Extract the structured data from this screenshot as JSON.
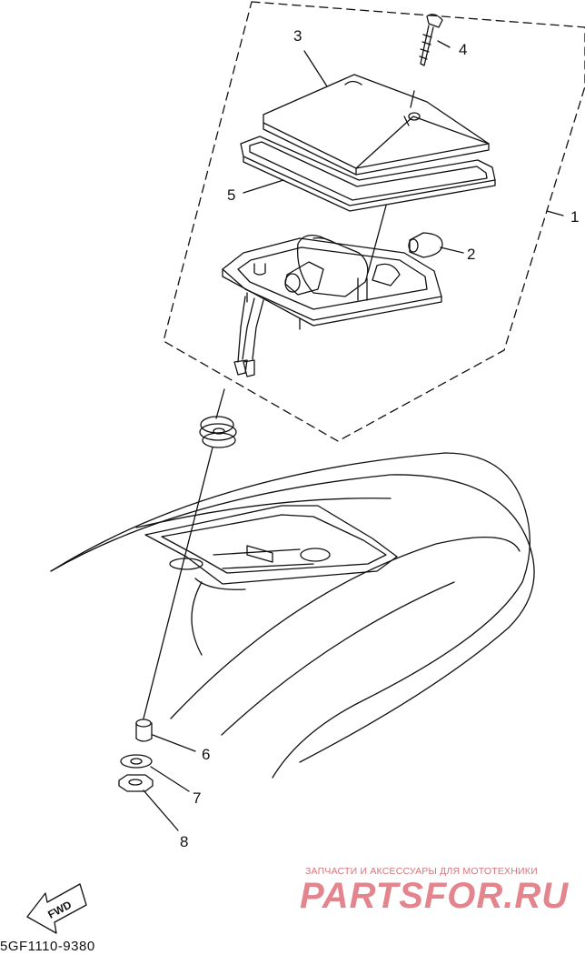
{
  "callouts": [
    {
      "id": "1",
      "text": "1"
    },
    {
      "id": "2",
      "text": "2"
    },
    {
      "id": "3",
      "text": "3"
    },
    {
      "id": "4",
      "text": "4"
    },
    {
      "id": "5",
      "text": "5"
    },
    {
      "id": "6",
      "text": "6"
    },
    {
      "id": "7",
      "text": "7"
    },
    {
      "id": "8",
      "text": "8"
    }
  ],
  "fwd_label": "FWD",
  "diagram_code": "5GF1110-9380",
  "watermark": {
    "subtitle": "ЗАПЧАСТИ И АКСЕССУАРЫ ДЛЯ МОТОТЕХНИКИ",
    "brand": "PARTSFOR.RU"
  },
  "colors": {
    "line": "#111111",
    "watermark": "#e0707b"
  }
}
